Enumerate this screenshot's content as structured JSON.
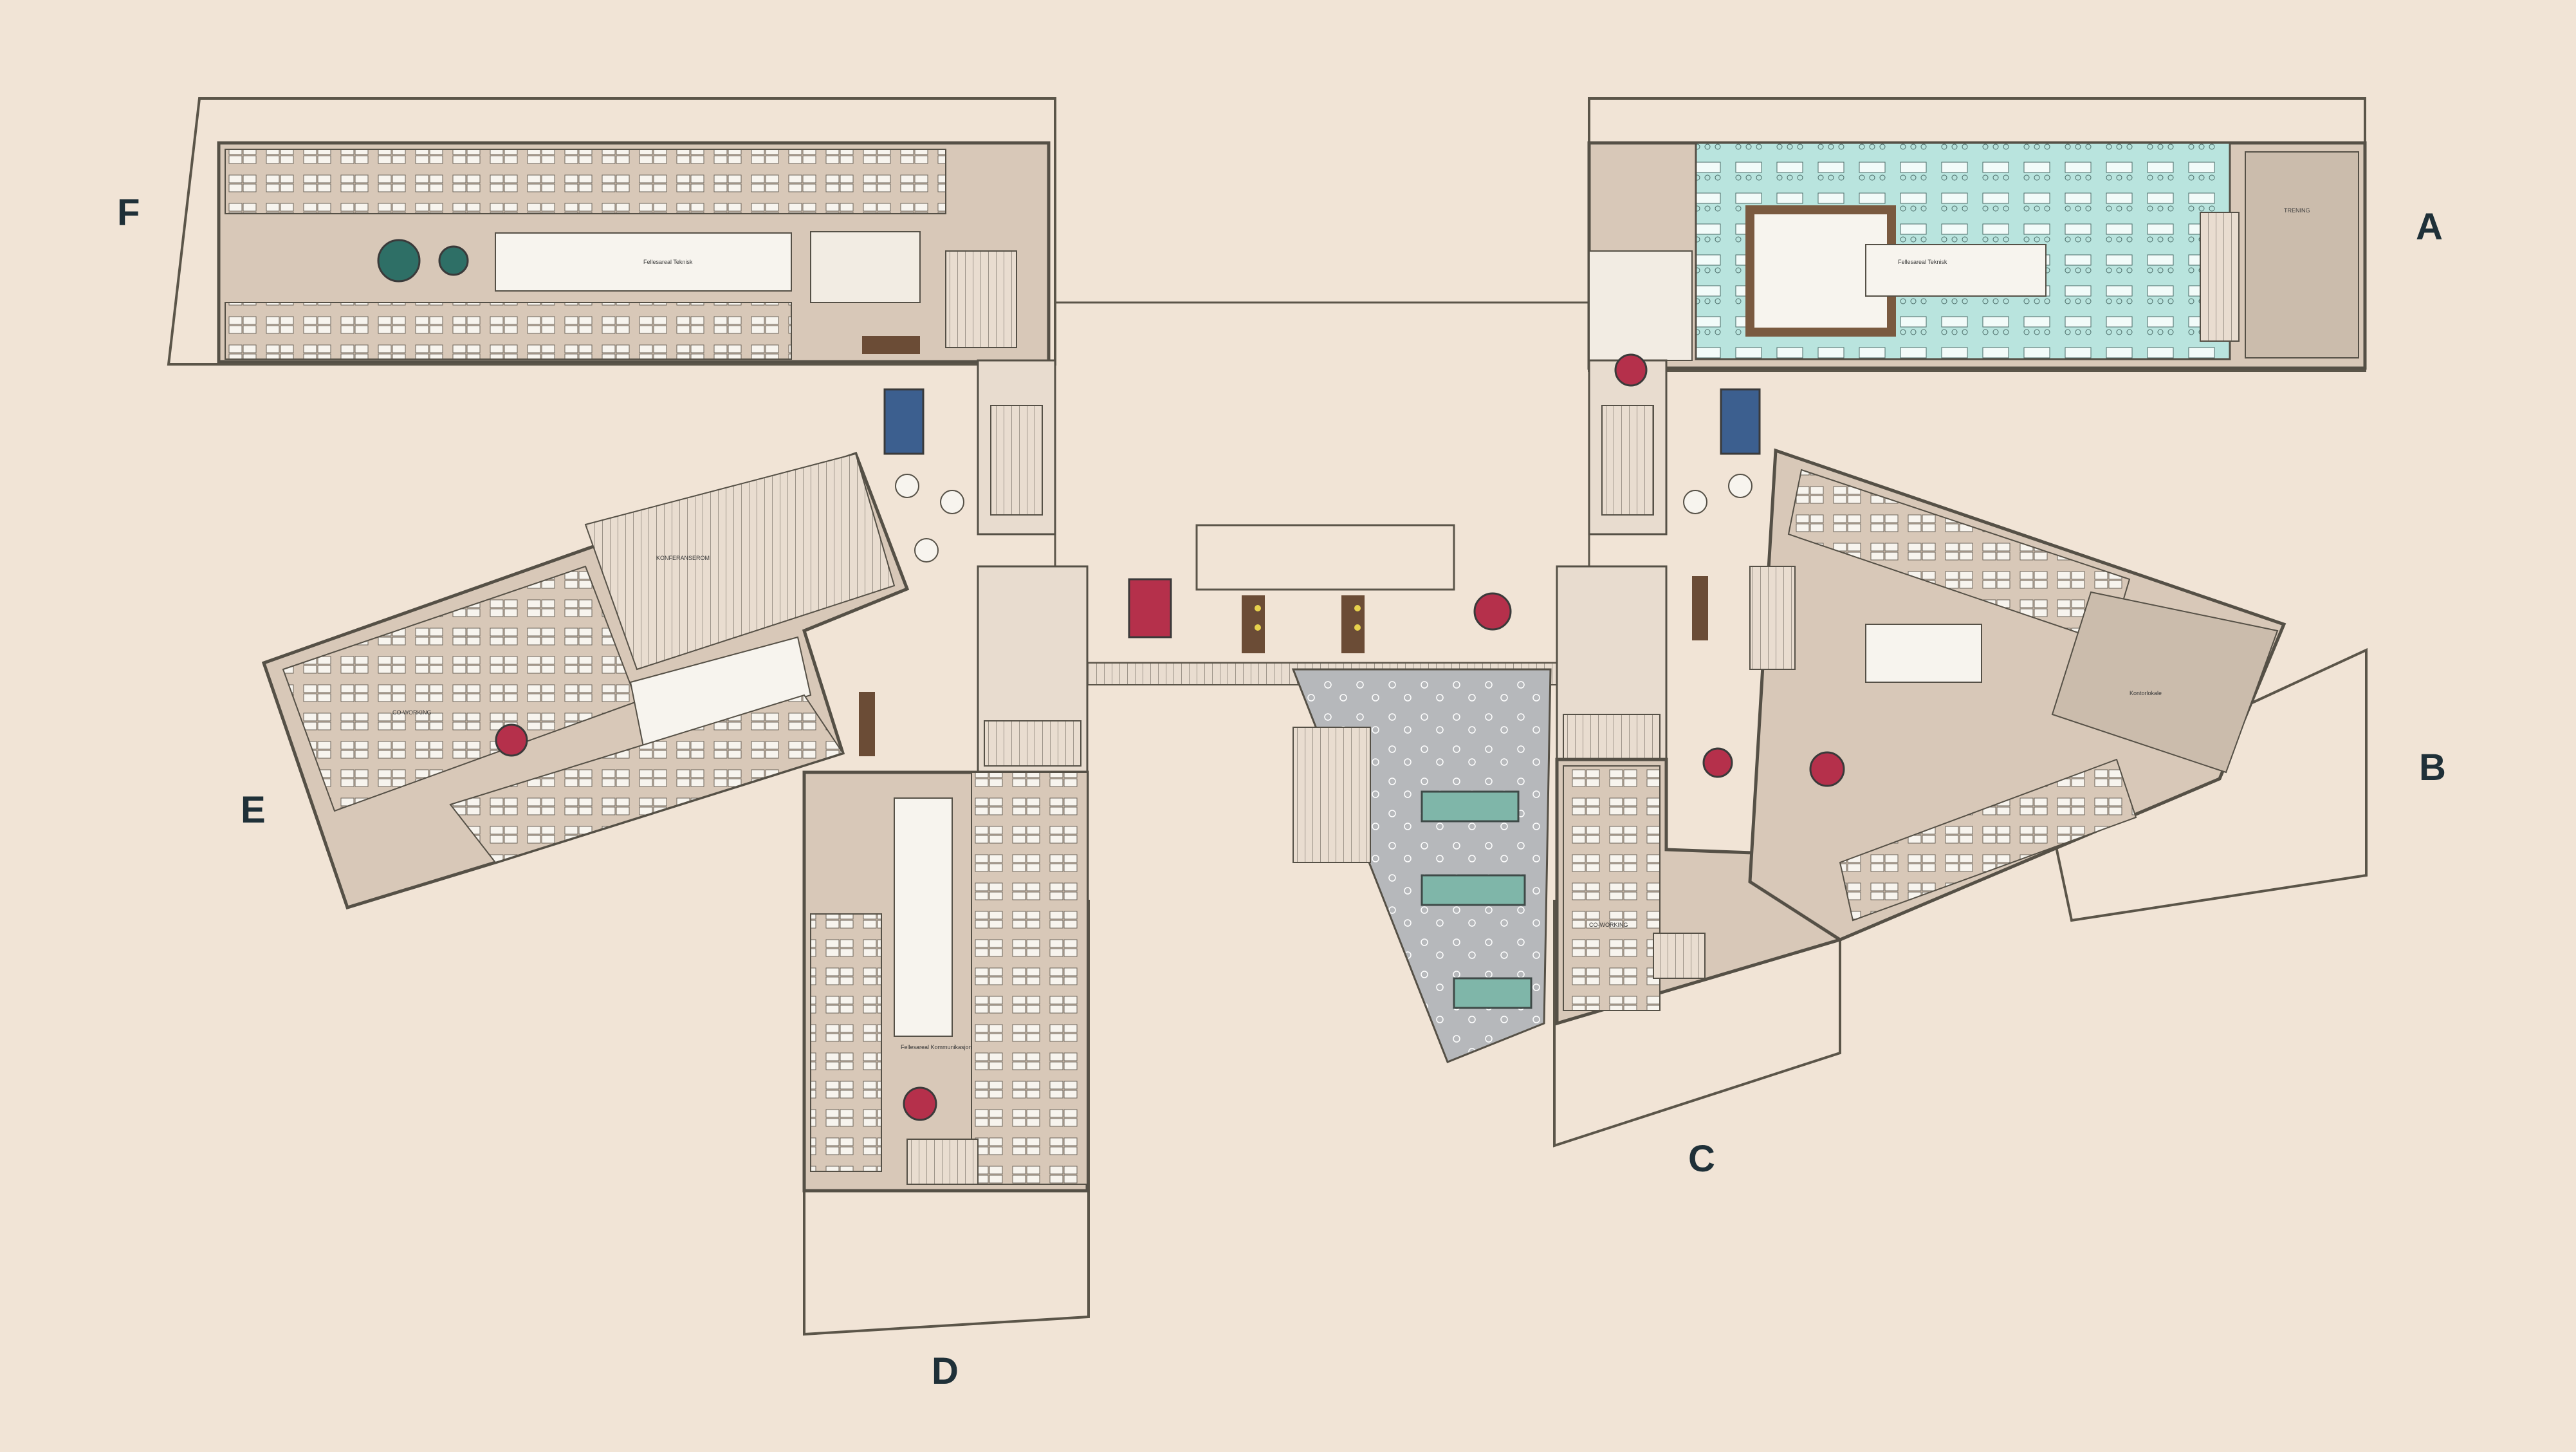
{
  "colors": {
    "background": "#f1e4d6",
    "floor": "#d8c8b8",
    "wall": "#555046",
    "desk": "#f7f4ee",
    "cafe_teal": "#b9e4de",
    "event_gray": "#b6b8bb",
    "lounge_red": "#b5304b",
    "lounge_teal": "#2e6f66",
    "sofa_blue": "#3c5f8f",
    "accent_yellow": "#e7d24c"
  },
  "wings": [
    {
      "id": "A",
      "label": "A"
    },
    {
      "id": "B",
      "label": "B"
    },
    {
      "id": "C",
      "label": "C"
    },
    {
      "id": "D",
      "label": "D"
    },
    {
      "id": "E",
      "label": "E"
    },
    {
      "id": "F",
      "label": "F"
    }
  ],
  "room_labels": {
    "co_working": "CO-WORKING",
    "konferanserom": "KONFERANSEROM",
    "felles_teknisk": "Fellesareal Teknisk",
    "felles_kommunikasjon": "Fellesareal Kommunikasjon",
    "trening": "TRENING",
    "kontorlokale": "Kontorlokale"
  },
  "icons": {
    "lounge": "round-lounge-icon",
    "sofa": "sofa-icon",
    "table": "round-table-icon",
    "stair": "stair-icon"
  }
}
